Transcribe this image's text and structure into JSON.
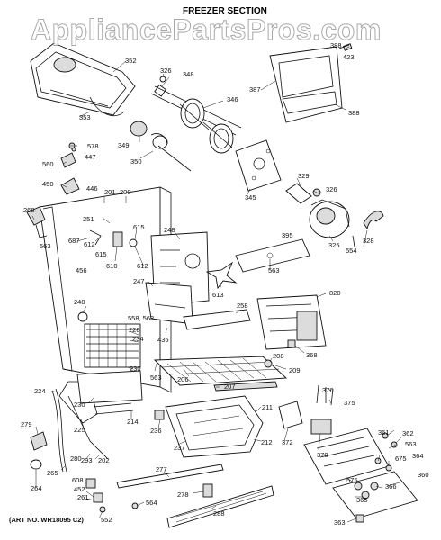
{
  "title": "FREEZER SECTION",
  "watermark": "AppliancePartsPros.com",
  "art_number": "(ART NO. WR18095 C2)",
  "part_labels": {
    "p352": "352",
    "p326a": "326",
    "p348": "348",
    "p346": "346",
    "p387": "387",
    "p388a": "388",
    "p423": "423",
    "p388b": "388",
    "p353": "353",
    "p578": "578",
    "p349": "349",
    "p350": "350",
    "p560": "560",
    "p447": "447",
    "p450": "450",
    "p446": "446",
    "p345": "345",
    "p329": "329",
    "p326b": "326",
    "p201": "201",
    "p200": "200",
    "p268": "268",
    "p251": "251",
    "p615a": "615",
    "p248": "248",
    "p687": "687",
    "p612a": "612",
    "p615b": "615",
    "p563a": "563",
    "p610": "610",
    "p612b": "612",
    "p395": "395",
    "p325": "325",
    "p554": "554",
    "p328": "328",
    "p563b": "563",
    "p456": "456",
    "p247": "247",
    "p613": "613",
    "p820": "820",
    "p240": "240",
    "p558": "558, 563",
    "p258": "258",
    "p228": "228",
    "p234": "234",
    "p435": "435",
    "p368": "368",
    "p208": "208",
    "p230a": "230",
    "p563c": "563",
    "p206": "206",
    "p209": "209",
    "p224": "224",
    "p207": "207",
    "p376": "376",
    "p375": "375",
    "p230b": "230",
    "p214": "214",
    "p211": "211",
    "p279": "279",
    "p225": "225",
    "p236": "236",
    "p237": "237",
    "p212": "212",
    "p372": "372",
    "p370": "370",
    "p361": "361",
    "p362": "362",
    "p563d": "563",
    "p280": "280",
    "p293": "293",
    "p202": "202",
    "p364": "364",
    "p675": "675",
    "p265": "265",
    "p277": "277",
    "p264": "264",
    "p608": "608",
    "p452": "452",
    "p261": "261",
    "p278": "278",
    "p564": "564",
    "p575": "575",
    "p366": "366",
    "p360": "360",
    "p365": "365",
    "p552": "552",
    "p288": "288",
    "p363": "363"
  }
}
